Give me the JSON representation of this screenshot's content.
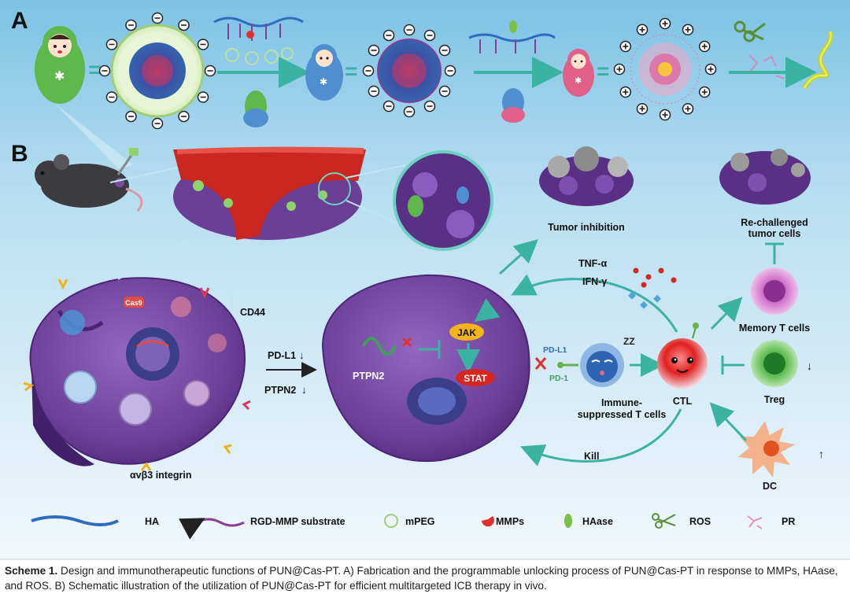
{
  "panels": {
    "a": "A",
    "b": "B"
  },
  "labels": {
    "tumor_inhibition": "Tumor inhibition",
    "rechallenged_1": "Re-challenged",
    "rechallenged_2": "tumor cells",
    "cd44": "CD44",
    "pdl1_down": "PD-L1",
    "ptpn2_down": "PTPN2",
    "tnf": "TNF-α",
    "ifn": "IFN-γ",
    "jak": "JAK",
    "stat": "STAT",
    "ptpn2": "PTPN2",
    "pdl1": "PD-L1",
    "pd1": "PD-1",
    "immune_1": "Immune-",
    "immune_2": "suppressed T cells",
    "ctl": "CTL",
    "memory": "Memory T cells",
    "treg": "Treg",
    "dc": "DC",
    "kill": "Kill",
    "integrin": "αvβ3 integrin",
    "cas9": "Cas9"
  },
  "legend": [
    "HA",
    "RGD-MMP substrate",
    "mPEG",
    "MMPs",
    "HAase",
    "ROS",
    "PR"
  ],
  "caption": {
    "title": "Scheme 1.",
    "text": "Design and immunotherapeutic functions of PUN@Cas-PT. A) Fabrication and the programmable unlocking process of PUN@Cas-PT in response to MMPs, HAase, and ROS. B) Schematic illustration of the utilization of PUN@Cas-PT for efficient multitargeted ICB therapy in vivo."
  },
  "colors": {
    "bg_top": "#7fc4e6",
    "bg_bottom": "#eef7fc",
    "tumor": "#6a3f95",
    "arrow": "#3bb3a3",
    "vessel": "#c9271f",
    "stat": "#d7261e",
    "jak": "#f2b418"
  }
}
